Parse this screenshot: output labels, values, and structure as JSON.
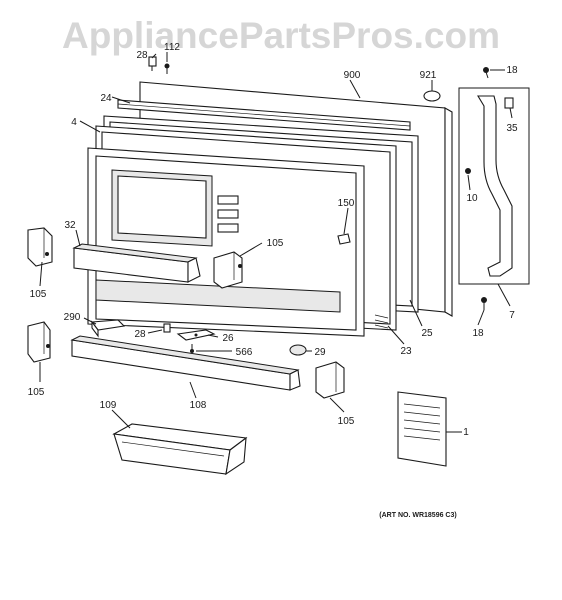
{
  "watermark": "AppliancePartsPros.com",
  "art_number": "(ART NO. WR18596 C3)",
  "callouts": {
    "p28a": "28",
    "p112": "112",
    "p900": "900",
    "p921": "921",
    "p18a": "18",
    "p24": "24",
    "p4": "4",
    "p35": "35",
    "p10": "10",
    "p150": "150",
    "p32": "32",
    "p105a": "105",
    "p105b": "105",
    "p105c": "105",
    "p105d": "105",
    "p290": "290",
    "p28b": "28",
    "p26": "26",
    "p566": "566",
    "p29": "29",
    "p23": "23",
    "p25": "25",
    "p18b": "18",
    "p7": "7",
    "p108": "108",
    "p109": "109",
    "p1": "1"
  }
}
